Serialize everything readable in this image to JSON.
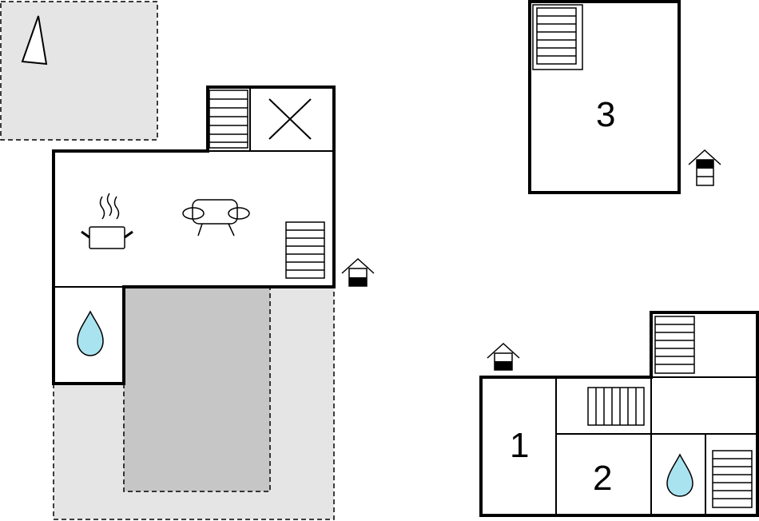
{
  "rooms": [
    {
      "number": "3"
    },
    {
      "number": "1"
    },
    {
      "number": "2"
    }
  ],
  "icons": {
    "compass": "north-arrow-icon",
    "entrance": "entrance-house-icon",
    "cooking": "cooking-pot-icon",
    "sofa": "sofa-icon",
    "water": "water-drop-icon",
    "stairs": "stairs-icon",
    "void": "void-cross-icon"
  },
  "colors": {
    "outdoor_area": "#e5e5e5",
    "terrace": "#c6c6c6",
    "water_drop": "#a9e3f0",
    "walls": "#000000"
  }
}
